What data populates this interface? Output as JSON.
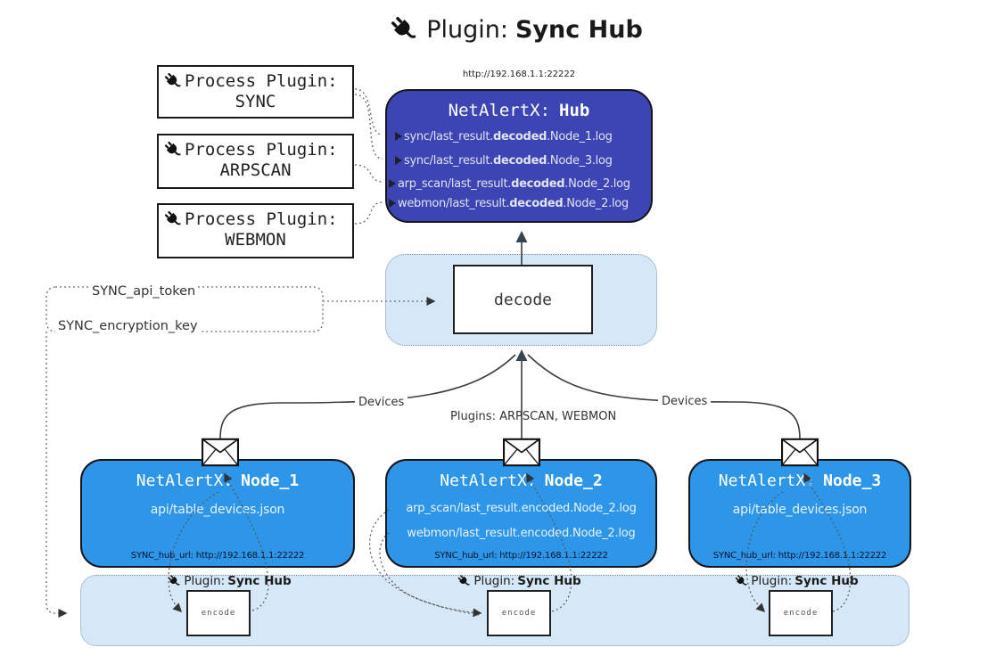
{
  "title": {
    "label": "Plugin:",
    "name": "Sync Hub"
  },
  "process_plugins": [
    {
      "label": "Process Plugin:",
      "name": "SYNC"
    },
    {
      "label": "Process Plugin:",
      "name": "ARPSCAN"
    },
    {
      "label": "Process Plugin:",
      "name": "WEBMON"
    }
  ],
  "hub": {
    "url": "http://192.168.1.1:22222",
    "title_prefix": "NetAlertX:",
    "title_name": "Hub",
    "files": [
      {
        "pre": "sync/last_result.",
        "mid": "decoded",
        "post": ".Node_1.log"
      },
      {
        "pre": "sync/last_result.",
        "mid": "decoded",
        "post": ".Node_3.log"
      },
      {
        "pre": "arp_scan/last_result.",
        "mid": "decoded",
        "post": ".Node_2.log"
      },
      {
        "pre": "webmon/last_result.",
        "mid": "decoded",
        "post": ".Node_2.log"
      }
    ]
  },
  "decode_box": {
    "label": "decode"
  },
  "config": {
    "api_token_label": "SYNC_api_token",
    "encryption_key_label": "SYNC_encryption_key"
  },
  "edge_labels": {
    "left": "Devices",
    "center": "Plugins: ARPSCAN, WEBMON",
    "right": "Devices"
  },
  "nodes": [
    {
      "title_prefix": "NetAlertX:",
      "title_name": "Node_1",
      "files": [
        "api/table_devices.json"
      ],
      "hub_url": "SYNC_hub_url: http://192.168.1.1:22222"
    },
    {
      "title_prefix": "NetAlertX:",
      "title_name": "Node_2",
      "files": [
        "arp_scan/last_result.encoded.Node_2.log",
        "webmon/last_result.encoded.Node_2.log"
      ],
      "hub_url": "SYNC_hub_url: http://192.168.1.1:22222"
    },
    {
      "title_prefix": "NetAlertX:",
      "title_name": "Node_3",
      "files": [
        "api/table_devices.json"
      ],
      "hub_url": "SYNC_hub_url: http://192.168.1.1:22222"
    }
  ],
  "sync_hub_plugin": {
    "label": "Plugin:",
    "name": "Sync Hub",
    "encode_label": "encode"
  },
  "icons": {
    "plug": "plug-icon",
    "envelope": "envelope-icon",
    "arrow": "arrow-icon"
  },
  "colors": {
    "hub_fill": "#3d44b3",
    "node_fill": "#2d96e8",
    "panel_fill": "#d6e7f8",
    "panel_border": "#7d97ad",
    "box_border": "#15151c",
    "background": "#ffffff"
  }
}
